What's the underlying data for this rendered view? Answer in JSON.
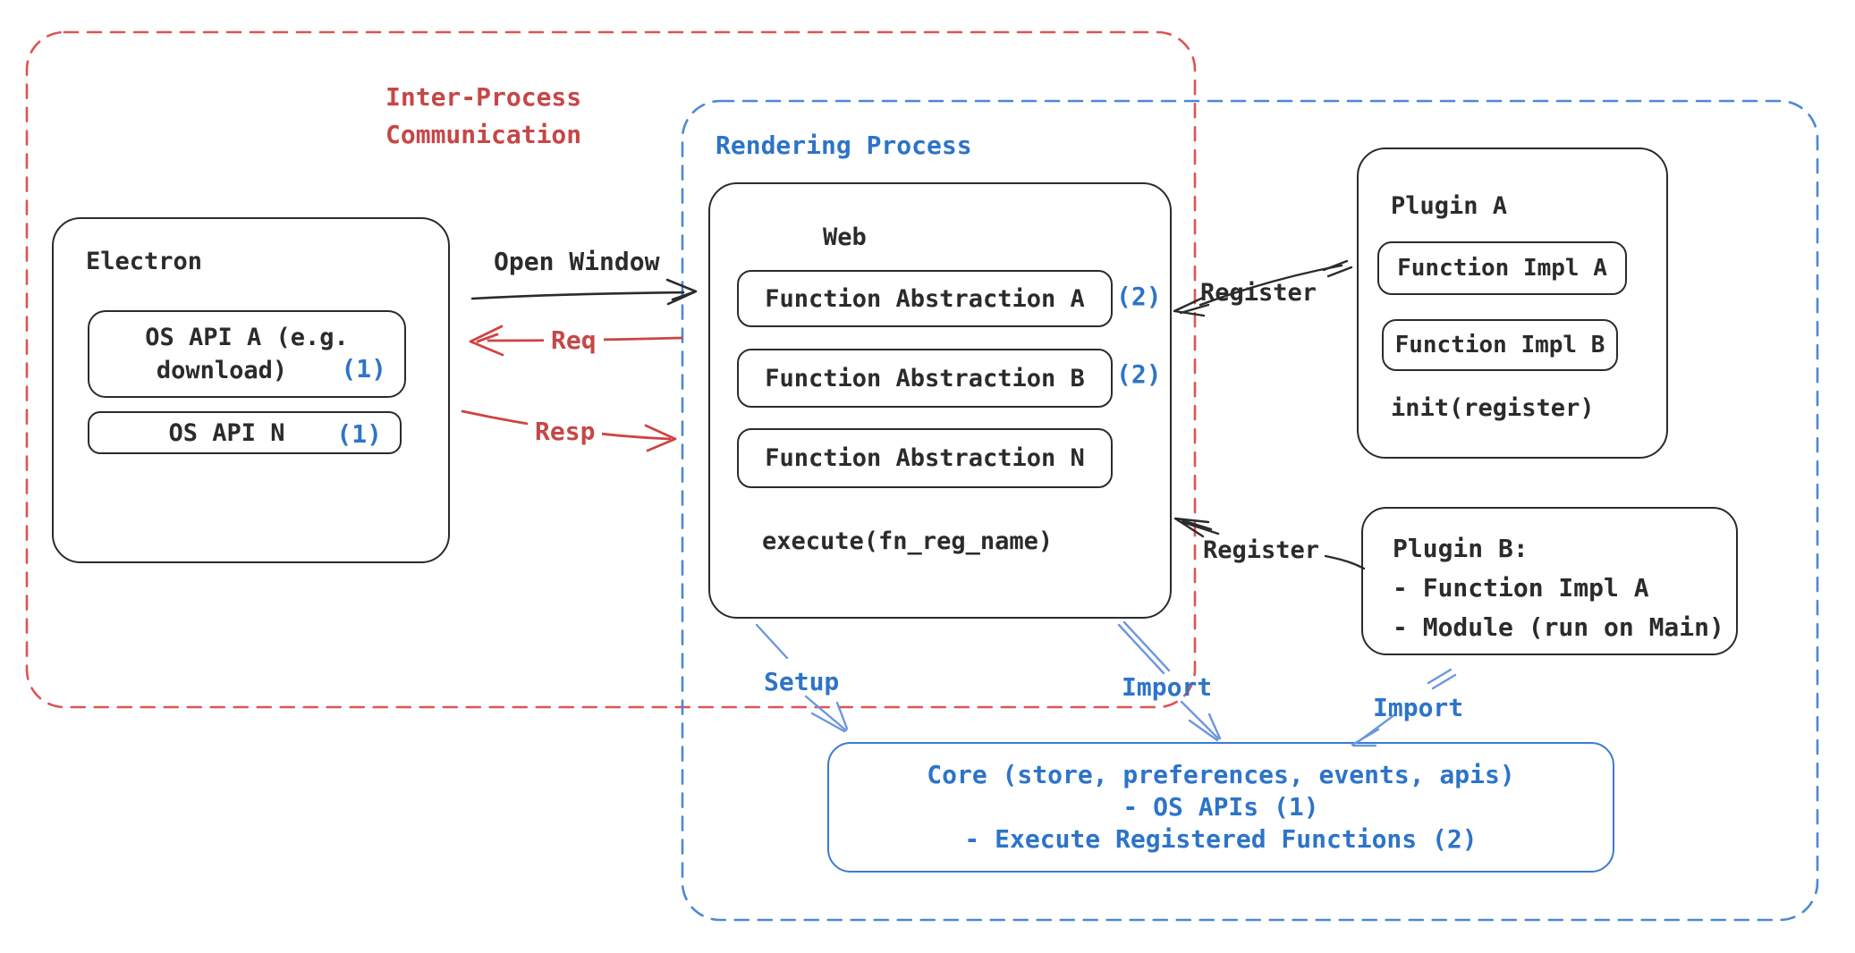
{
  "colors": {
    "region_red_border": "#dd5454",
    "region_blue_border": "#4d87d6",
    "text_red": "#c64747",
    "text_blue": "#2d74c8",
    "arrow_blue": "#6c97dd",
    "ink": "#2b2b2b"
  },
  "regions": {
    "ipc": {
      "line1": "Inter-Process",
      "line2": "Communication"
    },
    "rendering": {
      "label": "Rendering Process"
    }
  },
  "nodes": {
    "electron": {
      "title": "Electron",
      "os_api_a": {
        "line1": "OS API A (e.g.",
        "line2": "download)",
        "ref": "(1)"
      },
      "os_api_n": {
        "label": "OS API N",
        "ref": "(1)"
      }
    },
    "web": {
      "title": "Web",
      "fn_abstraction_a": {
        "label": "Function Abstraction A",
        "ref": "(2)"
      },
      "fn_abstraction_b": {
        "label": "Function Abstraction B",
        "ref": "(2)"
      },
      "fn_abstraction_n": {
        "label": "Function Abstraction N"
      },
      "execute": "execute(fn_reg_name)"
    },
    "plugin_a": {
      "title": "Plugin A",
      "impl_a": "Function Impl A",
      "impl_b": "Function Impl B",
      "init": "init(register)"
    },
    "plugin_b": {
      "title": "Plugin B:",
      "item1": "- Function Impl A",
      "item2": "- Module (run on Main)"
    },
    "core": {
      "line1": "Core (store, preferences, events, apis)",
      "line2": "- OS APIs (1)",
      "line3": "- Execute Registered Functions (2)"
    }
  },
  "edges": {
    "open_window": "Open Window",
    "req": "Req",
    "resp": "Resp",
    "register_a": "Register",
    "register_b": "Register",
    "setup": "Setup",
    "import_web": "Import",
    "import_plugin": "Import"
  }
}
